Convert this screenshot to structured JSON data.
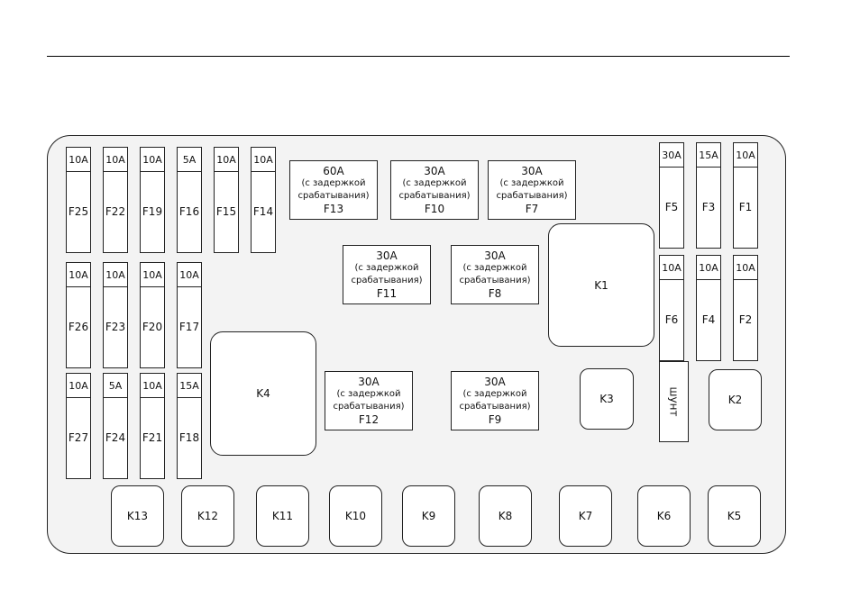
{
  "fuses": [
    {
      "id": "f25",
      "label": "F25",
      "amp": "10A"
    },
    {
      "id": "f22",
      "label": "F22",
      "amp": "10A"
    },
    {
      "id": "f19",
      "label": "F19",
      "amp": "10A"
    },
    {
      "id": "f16",
      "label": "F16",
      "amp": "5A"
    },
    {
      "id": "f15",
      "label": "F15",
      "amp": "10A"
    },
    {
      "id": "f14",
      "label": "F14",
      "amp": "10A"
    },
    {
      "id": "f26",
      "label": "F26",
      "amp": "10A"
    },
    {
      "id": "f23",
      "label": "F23",
      "amp": "10A"
    },
    {
      "id": "f20",
      "label": "F20",
      "amp": "10A"
    },
    {
      "id": "f17",
      "label": "F17",
      "amp": "10A"
    },
    {
      "id": "f27",
      "label": "F27",
      "amp": "10A"
    },
    {
      "id": "f24",
      "label": "F24",
      "amp": "5A"
    },
    {
      "id": "f21",
      "label": "F21",
      "amp": "10A"
    },
    {
      "id": "f18",
      "label": "F18",
      "amp": "15A"
    },
    {
      "id": "f5",
      "label": "F5",
      "amp": "30A"
    },
    {
      "id": "f3",
      "label": "F3",
      "amp": "15A"
    },
    {
      "id": "f1",
      "label": "F1",
      "amp": "10A"
    },
    {
      "id": "f6",
      "label": "F6",
      "amp": "10A"
    },
    {
      "id": "f4",
      "label": "F4",
      "amp": "10A"
    },
    {
      "id": "f2",
      "label": "F2",
      "amp": "10A"
    }
  ],
  "slow_fuses": [
    {
      "id": "f13",
      "label": "F13",
      "amp": "60A",
      "sub1": "(с задержкой",
      "sub2": "срабатывания)"
    },
    {
      "id": "f10",
      "label": "F10",
      "amp": "30A",
      "sub1": "(с задержкой",
      "sub2": "срабатывания)"
    },
    {
      "id": "f7",
      "label": "F7",
      "amp": "30A",
      "sub1": "(с задержкой",
      "sub2": "срабатывания)"
    },
    {
      "id": "f11",
      "label": "F11",
      "amp": "30A",
      "sub1": "(с задержкой",
      "sub2": "срабатывания)"
    },
    {
      "id": "f8",
      "label": "F8",
      "amp": "30A",
      "sub1": "(с задержкой",
      "sub2": "срабатывания)"
    },
    {
      "id": "f12",
      "label": "F12",
      "amp": "30A",
      "sub1": "(с задержкой",
      "sub2": "срабатывания)"
    },
    {
      "id": "f9",
      "label": "F9",
      "amp": "30A",
      "sub1": "(с задержкой",
      "sub2": "срабатывания)"
    }
  ],
  "relays": [
    {
      "id": "k1",
      "label": "K1"
    },
    {
      "id": "k2",
      "label": "K2"
    },
    {
      "id": "k3",
      "label": "K3"
    },
    {
      "id": "k4",
      "label": "K4"
    },
    {
      "id": "k5",
      "label": "K5"
    },
    {
      "id": "k6",
      "label": "K6"
    },
    {
      "id": "k7",
      "label": "K7"
    },
    {
      "id": "k8",
      "label": "K8"
    },
    {
      "id": "k9",
      "label": "K9"
    },
    {
      "id": "k10",
      "label": "K10"
    },
    {
      "id": "k11",
      "label": "K11"
    },
    {
      "id": "k12",
      "label": "K12"
    },
    {
      "id": "k13",
      "label": "K13"
    }
  ],
  "shunt": {
    "label": "шунт"
  }
}
